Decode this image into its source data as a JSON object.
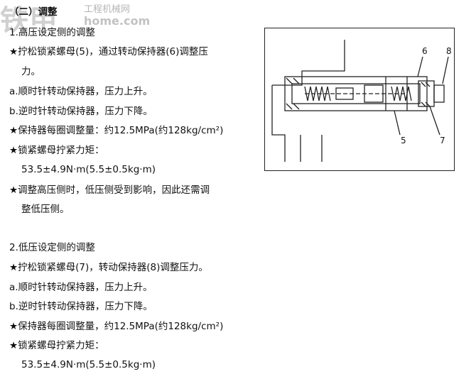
{
  "watermark": {
    "logo": "铁甲",
    "cn": "工程机械网",
    "url": "home.com"
  },
  "lines": [
    "（二）调整",
    "1.高压设定侧的调整",
    "★拧松锁紧螺母(5)，通过转动保持器(6)调整压",
    "力。",
    "a.顺时针转动保持器，压力上升。",
    "b.逆时针转动保持器，压力下降。",
    "★保持器每圈调整量：约12.5MPa(约128kg/cm²)",
    "★锁紧螺母拧紧力矩：",
    "53.5±4.9N·m(5.5±0.5kg·m)",
    "★调整高压侧时，低压侧受到影响，因此还需调",
    "整低压侧。",
    "2.低压设定侧的调整",
    "★拧松锁紧螺母(7)，转动保持器(8)调整压力。",
    "a.顺时针转动保持器，压力上升。",
    "b.逆时针转动保持器，压力下降。",
    "★保持器每圈调整量，约12.5MPa(约128kg/cm²)",
    "★锁紧螺母拧紧力矩：",
    "53.5±4.9N·m(5.5±0.5kg·m)"
  ],
  "figure": {
    "labels": {
      "l6": "6",
      "l8": "8",
      "l5": "5",
      "l7": "7"
    }
  },
  "colors": {
    "text": "#111111",
    "line": "#222222"
  }
}
